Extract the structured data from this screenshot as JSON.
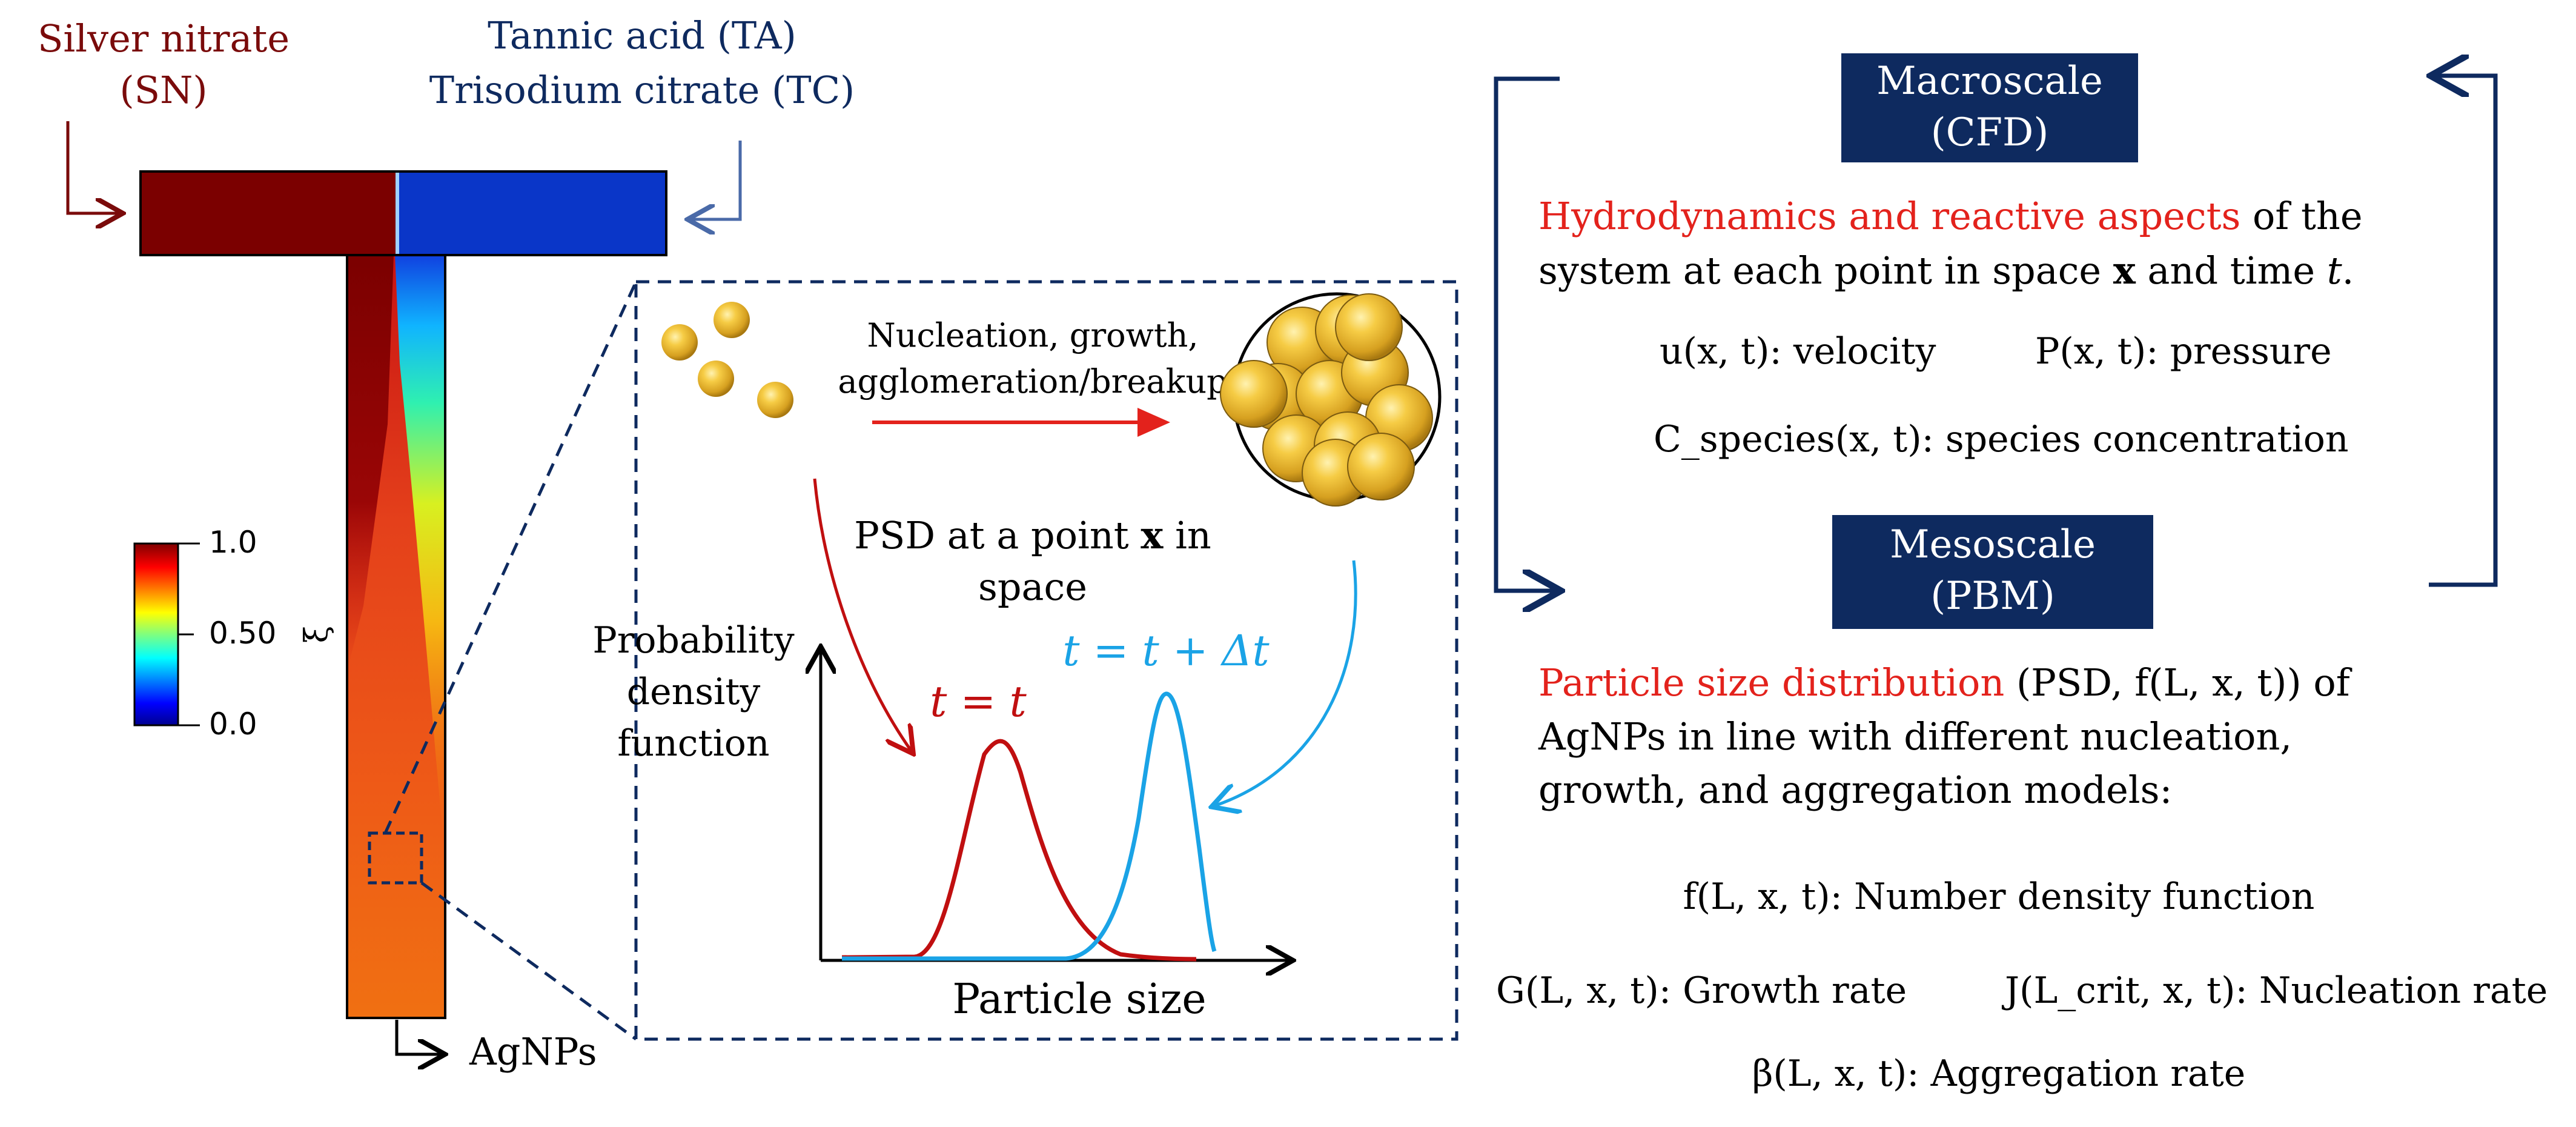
{
  "colors": {
    "navy": "#0e2a5f",
    "dark_red": "#7a0b0b",
    "red": "#e3221c",
    "light_blue": "#1aa3e6",
    "curve_red": "#c00f10",
    "gold": "#f2c23a"
  },
  "left": {
    "silver_nitrate_line1": "Silver nitrate",
    "silver_nitrate_line2": "(SN)",
    "tannic_acid": "Tannic acid (TA)",
    "trisodium_citrate": "Trisodium citrate (TC)",
    "outlet_label": "AgNPs",
    "colorbar": {
      "tick_max": "1.0",
      "tick_mid": "0.50",
      "tick_min": "0.0",
      "symbol": "ξ"
    }
  },
  "middle": {
    "process_label_line1": "Nucleation, growth,",
    "process_label_line2": "agglomeration/breakup",
    "psd_title_line1_pre": "PSD at a point ",
    "psd_title_line1_bold": "x",
    "psd_title_line1_post": " in",
    "psd_title_line2": "space",
    "y_axis_line1": "Probability",
    "y_axis_line2": "density",
    "y_axis_line3": "function",
    "curve_label_t": "t = t",
    "curve_label_t_dt": "t = t + Δt",
    "x_axis_label": "Particle size"
  },
  "right": {
    "macro_box_line1": "Macroscale",
    "macro_box_line2": "(CFD)",
    "macro_desc_red": "Hydrodynamics and reactive aspects",
    "macro_desc_rest1": " of the",
    "macro_desc_line2_pre": "system at each point in space ",
    "macro_desc_line2_bold": "x",
    "macro_desc_line2_mid": " and time ",
    "macro_desc_line2_italic": "t",
    "macro_desc_line2_end": ".",
    "velocity_eq": "u(x, t): velocity",
    "pressure_eq": "P(x, t): pressure",
    "species_eq": "C_species(x, t): species concentration",
    "meso_box_line1": "Mesoscale",
    "meso_box_line2": "(PBM)",
    "meso_desc_red": "Particle size distribution",
    "meso_desc_rest1": " (PSD,  f(L, x, t))  of",
    "meso_desc_line2": "AgNPs  in  line  with  different  nucleation,",
    "meso_desc_line3": "growth, and aggregation models:",
    "number_density_eq": "f(L, x, t): Number density function",
    "growth_eq": "G(L, x, t): Growth rate",
    "nucleation_eq": "J(L_crit, x, t): Nucleation rate",
    "aggregation_eq": "β(L, x, t): Aggregation rate"
  }
}
